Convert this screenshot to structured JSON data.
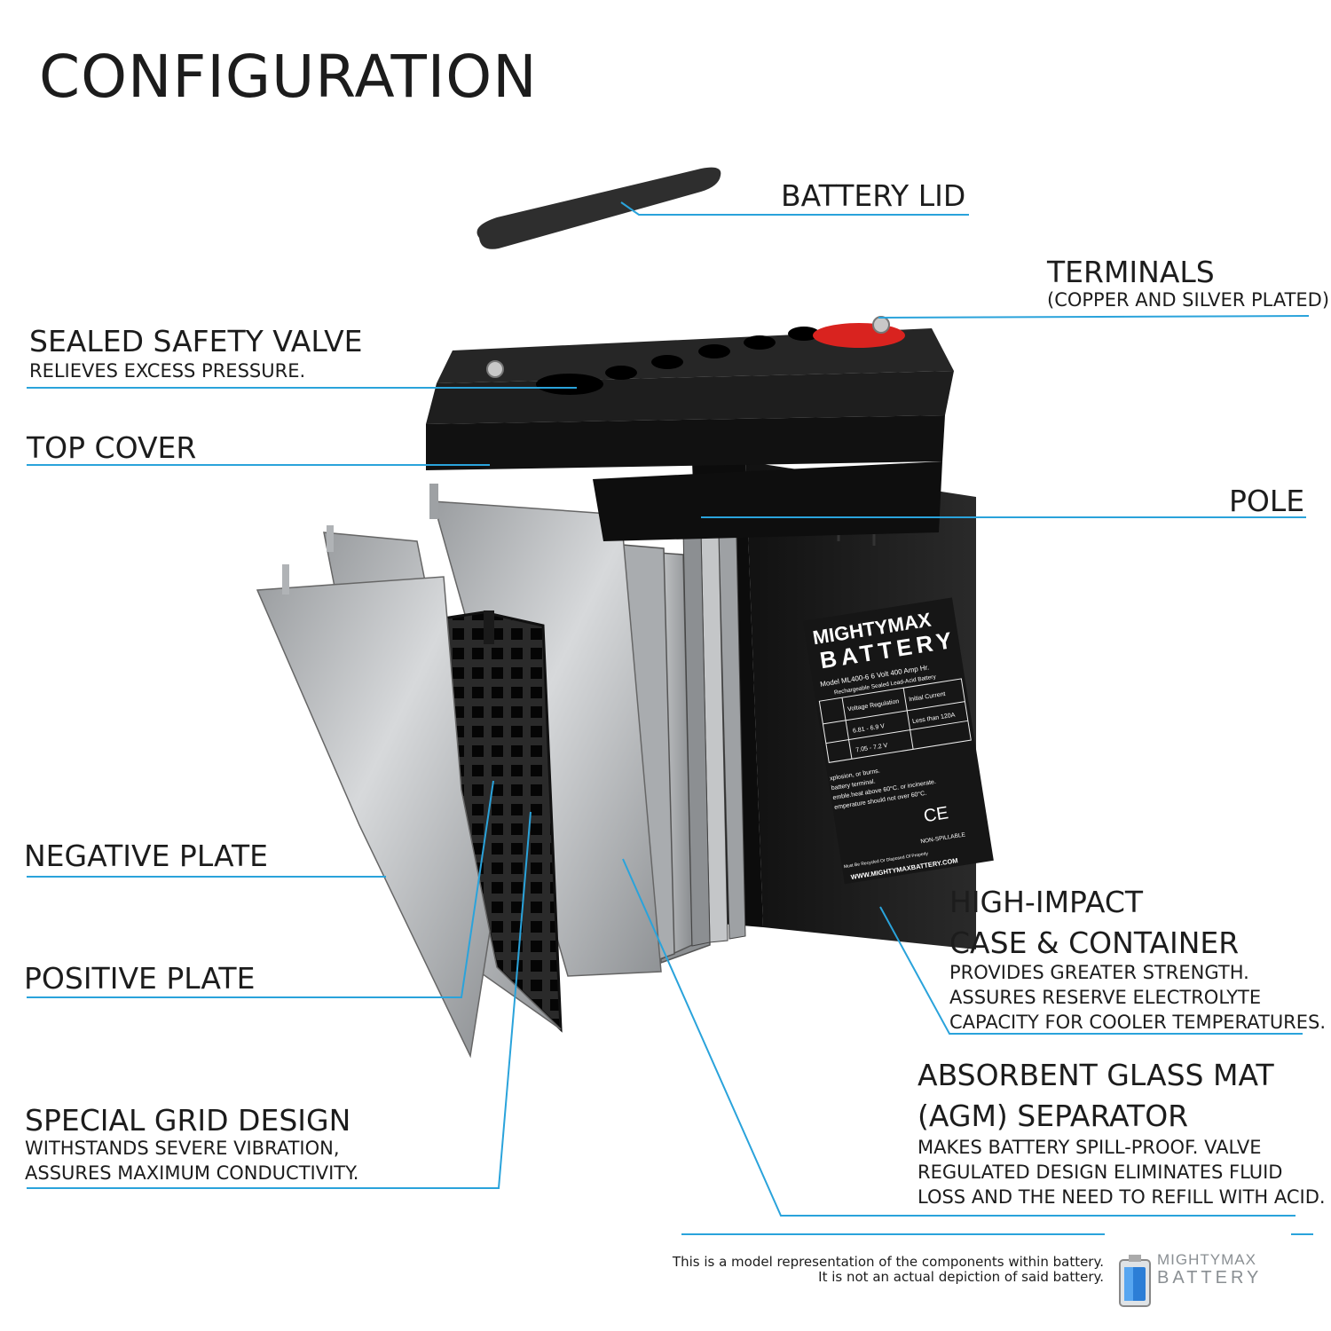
{
  "title": "CONFIGURATION",
  "colors": {
    "leader": "#2aa3db",
    "case": "#1b1b1b",
    "plate": "#b9bcbf",
    "grid": "#222222",
    "terminal_red": "#d9231f"
  },
  "labels": {
    "battery_lid": "BATTERY LID",
    "terminals": {
      "title": "TERMINALS",
      "sub": "(COPPER AND SILVER PLATED)"
    },
    "safety_valve": {
      "title": "SEALED SAFETY VALVE",
      "sub": "RELIEVES EXCESS PRESSURE."
    },
    "top_cover": "TOP COVER",
    "pole": "POLE",
    "negative_plate": "NEGATIVE PLATE",
    "positive_plate": "POSITIVE PLATE",
    "grid_design": {
      "title": "SPECIAL GRID DESIGN",
      "sub1": "WITHSTANDS SEVERE VIBRATION,",
      "sub2": "ASSURES MAXIMUM CONDUCTIVITY."
    },
    "case": {
      "title1": "HIGH-IMPACT",
      "title2": "CASE & CONTAINER",
      "sub1": "PROVIDES GREATER STRENGTH.",
      "sub2": "ASSURES RESERVE ELECTROLYTE",
      "sub3": "CAPACITY FOR COOLER TEMPERATURES."
    },
    "agm": {
      "title1": "ABSORBENT GLASS MAT",
      "title2": "(AGM) SEPARATOR",
      "sub1": "MAKES BATTERY SPILL-PROOF. VALVE",
      "sub2": "REGULATED DESIGN ELIMINATES FLUID",
      "sub3": "LOSS AND THE NEED TO REFILL WITH ACID."
    }
  },
  "battery_label": {
    "brand1": "MIGHTYMAX",
    "brand2": "BATTERY",
    "model": "Model ML400-6  6 Volt 400 Amp Hr.",
    "type": "Rechargeable Sealed Lead-Acid Battery",
    "col1": "Voltage Regulation",
    "col2": "Initial Current",
    "row1_v": "6.81 - 6.9 V",
    "row1_c": "Less than 120A",
    "row2_v": "7.05 - 7.2 V",
    "warn1": "xplosion, or burns.",
    "warn2": "battery terminal.",
    "warn3": "emble.heat above 60°C. or incinerate.",
    "warn4": "emperature should not over 60°C.",
    "ce": "CE",
    "nonspill": "NON-SPILLABLE",
    "url": "WWW.MIGHTYMAXBATTERY.COM",
    "recycle": "Must Be Recycled Or Disposed Of Properly"
  },
  "footer": {
    "line1": "This is a model representation of the components within battery.",
    "line2": "It is not an actual depiction of said battery.",
    "logo1": "MIGHTYMAX",
    "logo2": "BATTERY"
  }
}
